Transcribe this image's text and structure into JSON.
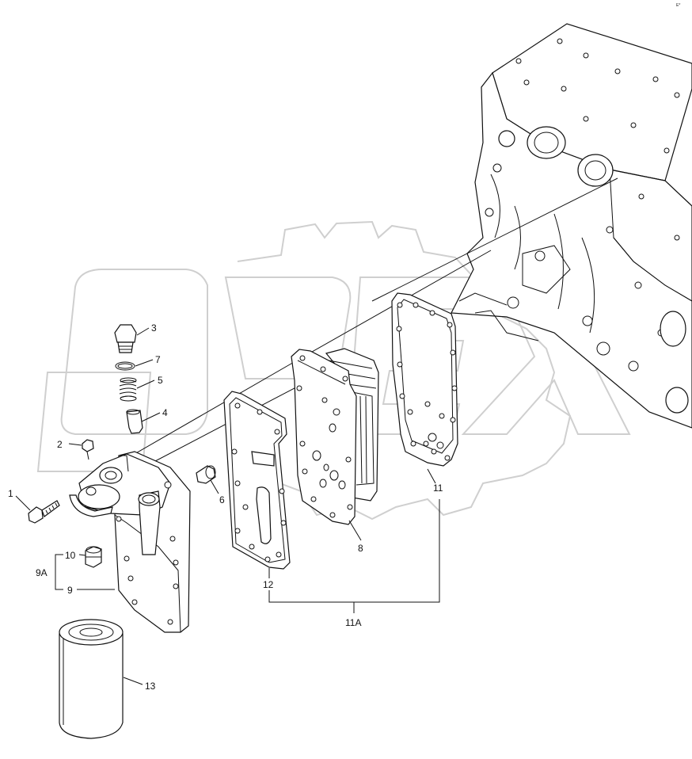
{
  "corner_mark": "E*",
  "watermark": {
    "text": "OREX",
    "color": "#d4d4d4"
  },
  "callouts": {
    "c1": "1",
    "c2": "2",
    "c3": "3",
    "c4": "4",
    "c5": "5",
    "c6": "6",
    "c7": "7",
    "c8": "8",
    "c9": "9",
    "c9a": "9A",
    "c10": "10",
    "c11": "11",
    "c11a": "11A",
    "c12": "12",
    "c13": "13"
  },
  "colors": {
    "line": "#111111",
    "background": "#ffffff"
  }
}
